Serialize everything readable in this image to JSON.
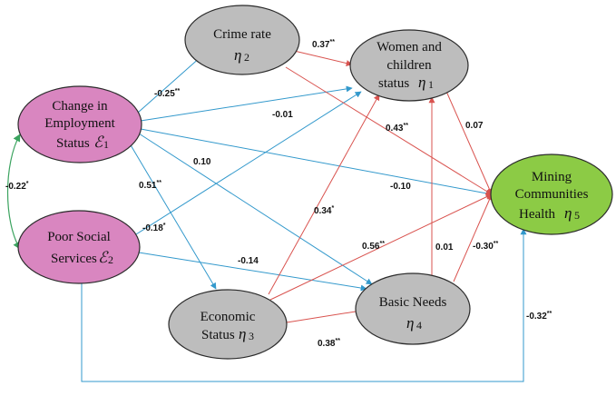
{
  "colors": {
    "pink_fill": "#D986C0",
    "gray_fill": "#BDBDBD",
    "green_fill": "#8CCB45",
    "blue_arrow": "#3399CC",
    "red_arrow": "#D9534F",
    "green_arrow": "#3BA35F",
    "node_border": "#2B2B2B"
  },
  "nodes": {
    "change_employment": {
      "lines": [
        "Change in",
        "Employment",
        "Status"
      ],
      "symbol": "ℰ",
      "subscript": "1"
    },
    "poor_services": {
      "lines": [
        "Poor Social",
        "Services"
      ],
      "symbol": "ℰ",
      "subscript": "2"
    },
    "crime_rate": {
      "lines": [
        "Crime rate"
      ],
      "symbol": "η",
      "subscript": "2"
    },
    "women_children": {
      "lines": [
        "Women and",
        "children",
        "status"
      ],
      "symbol": "η",
      "subscript": "1"
    },
    "mining_health": {
      "lines": [
        "Mining",
        "Communities",
        "Health"
      ],
      "symbol": "η",
      "subscript": "5"
    },
    "economic_status": {
      "lines": [
        "Economic",
        "Status"
      ],
      "symbol": "η",
      "subscript": "3"
    },
    "basic_needs": {
      "lines": [
        "Basic Needs"
      ],
      "symbol": "η",
      "subscript": "4"
    }
  },
  "edges": {
    "cov_e1_e2": {
      "coef": "-0.22",
      "sig": "*"
    },
    "e1_crime": {
      "coef": "-0.25",
      "sig": "**"
    },
    "e1_women": {
      "coef": "-0.01",
      "sig": ""
    },
    "e1_basic": {
      "coef": "0.10",
      "sig": ""
    },
    "e1_econ": {
      "coef": "0.51",
      "sig": "**"
    },
    "e1_health": {
      "coef": "-0.10",
      "sig": ""
    },
    "e2_women": {
      "coef": "-0.18",
      "sig": "*"
    },
    "e2_basic": {
      "coef": "-0.14",
      "sig": ""
    },
    "e2_health": {
      "coef": "-0.32",
      "sig": "**"
    },
    "crime_women": {
      "coef": "0.37",
      "sig": "**"
    },
    "crime_health": {
      "coef": "0.43",
      "sig": "**"
    },
    "women_health": {
      "coef": "0.07",
      "sig": ""
    },
    "econ_women": {
      "coef": "0.34",
      "sig": "*"
    },
    "econ_health": {
      "coef": "0.56",
      "sig": "**"
    },
    "econ_basic": {
      "coef": "0.38",
      "sig": "**"
    },
    "basic_women": {
      "coef": "0.01",
      "sig": ""
    },
    "basic_health": {
      "coef": "-0.30",
      "sig": "**"
    }
  }
}
